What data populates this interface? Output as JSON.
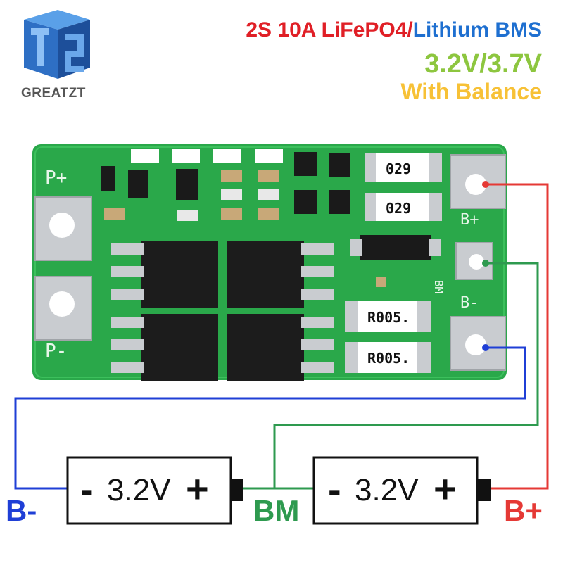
{
  "brand": {
    "name": "GREATZT",
    "logo_icon": "tz-cube-logo"
  },
  "title": {
    "line1_part1": "2S 10A LiFePO4",
    "line1_separator": "/",
    "line1_part2": "Lithium BMS",
    "line2": "3.2V/3.7V",
    "line3": "With Balance"
  },
  "board": {
    "pin_p_plus": "P+",
    "pin_p_minus": "P-",
    "pin_b_plus": "B+",
    "pin_bm": "BM",
    "pin_b_minus": "B-",
    "resistors": [
      "029",
      "029",
      "R005.",
      "R005."
    ]
  },
  "batteries": [
    {
      "minus": "-",
      "voltage": "3.2V",
      "plus": "+"
    },
    {
      "minus": "-",
      "voltage": "3.2V",
      "plus": "+"
    }
  ],
  "wire_labels": {
    "b_minus": "B-",
    "bm": "BM",
    "b_plus": "B+"
  },
  "colors": {
    "title_red": "#e01f26",
    "title_blue": "#1e6fd0",
    "title_green": "#8dc63f",
    "title_yellow": "#f7c136",
    "wire_red": "#e53935",
    "wire_green": "#2e9a4f",
    "wire_blue": "#1f3fd6",
    "pcb_green": "#2aa84a"
  }
}
